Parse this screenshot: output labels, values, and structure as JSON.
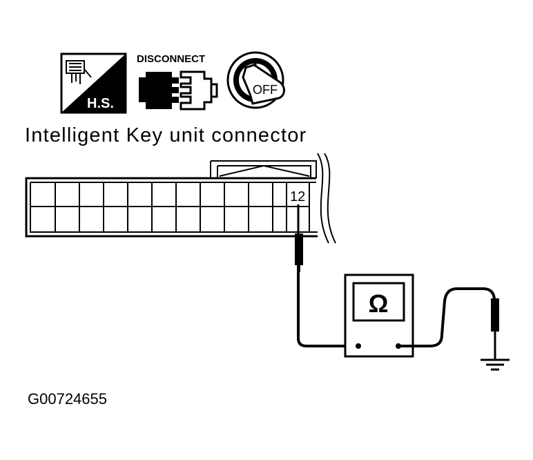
{
  "title": "Intelligent Key unit connector",
  "figure_id": "G00724655",
  "icons": [
    {
      "name": "harness-side-icon",
      "label": "H.S."
    },
    {
      "name": "disconnect-icon",
      "label": "DISCONNECT"
    },
    {
      "name": "ignition-key-off-icon",
      "label": "OFF"
    }
  ],
  "connector": {
    "terminal": "12"
  },
  "meter": {
    "symbol": "Ω"
  }
}
